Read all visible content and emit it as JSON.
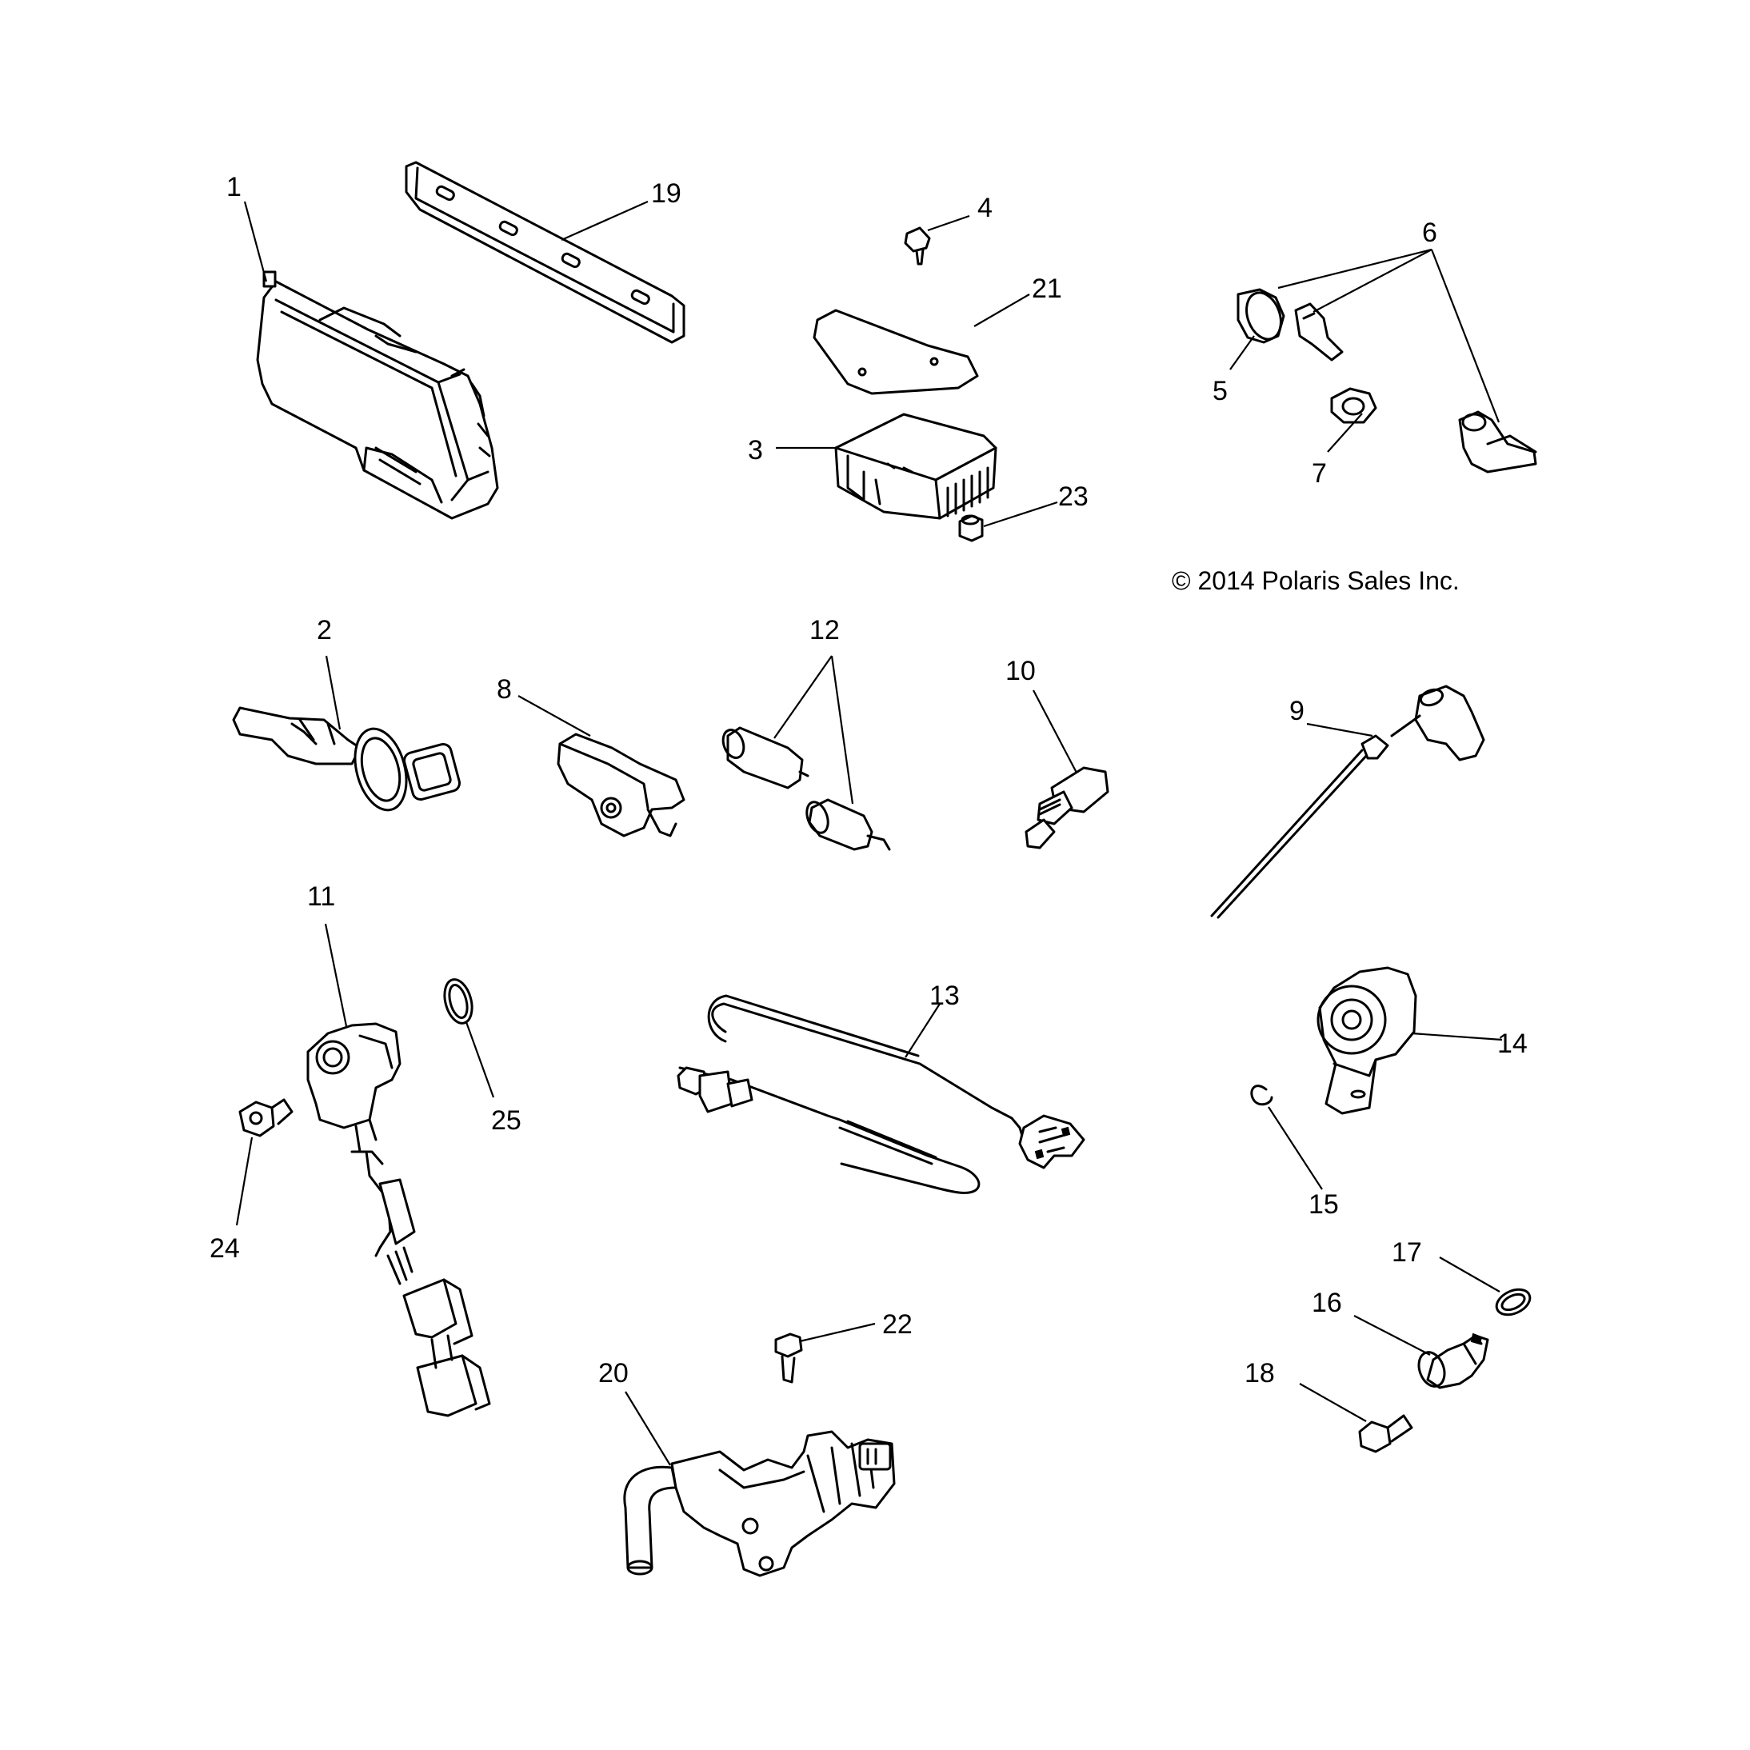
{
  "copyright": "© 2014 Polaris Sales Inc.",
  "callouts": {
    "c1": "1",
    "c2": "2",
    "c3": "3",
    "c4": "4",
    "c5": "5",
    "c6": "6",
    "c7": "7",
    "c8": "8",
    "c9": "9",
    "c10": "10",
    "c11": "11",
    "c12": "12",
    "c13": "13",
    "c14": "14",
    "c15": "15",
    "c16": "16",
    "c17": "17",
    "c18": "18",
    "c19": "19",
    "c20": "20",
    "c21": "21",
    "c22": "22",
    "c23": "23",
    "c24": "24",
    "c25": "25"
  }
}
